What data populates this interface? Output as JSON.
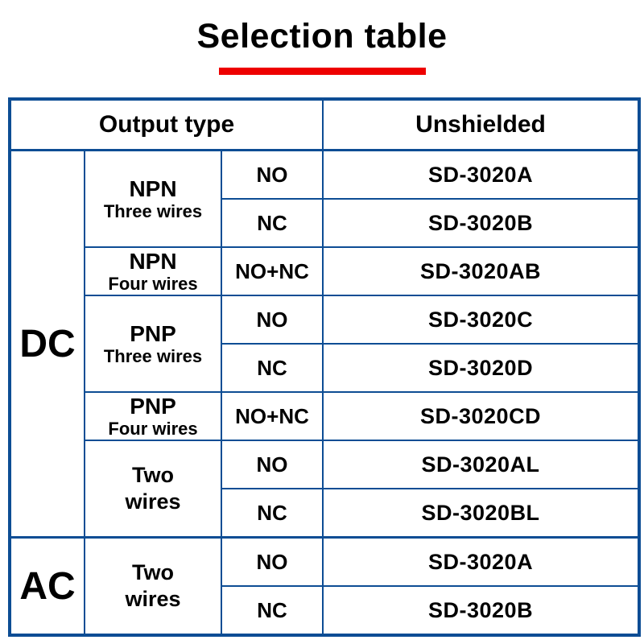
{
  "title": "Selection table",
  "colors": {
    "table_border": "#0d4d94",
    "title_underline": "#ee0000",
    "text": "#000000",
    "background": "#ffffff"
  },
  "table": {
    "header": {
      "output_type": "Output type",
      "unshielded": "Unshielded"
    },
    "groups": [
      {
        "power": "DC",
        "wirings": [
          {
            "type": "NPN",
            "sub": "Three wires",
            "rows": [
              {
                "contact": "NO",
                "model": "SD-3020A"
              },
              {
                "contact": "NC",
                "model": "SD-3020B"
              }
            ]
          },
          {
            "type": "NPN",
            "sub": "Four wires",
            "rows": [
              {
                "contact": "NO+NC",
                "model": "SD-3020AB"
              }
            ]
          },
          {
            "type": "PNP",
            "sub": "Three wires",
            "rows": [
              {
                "contact": "NO",
                "model": "SD-3020C"
              },
              {
                "contact": "NC",
                "model": "SD-3020D"
              }
            ]
          },
          {
            "type": "PNP",
            "sub": "Four wires",
            "rows": [
              {
                "contact": "NO+NC",
                "model": "SD-3020CD"
              }
            ]
          },
          {
            "type": "Two",
            "sub": "wires",
            "rows": [
              {
                "contact": "NO",
                "model": "SD-3020AL"
              },
              {
                "contact": "NC",
                "model": "SD-3020BL"
              }
            ]
          }
        ]
      },
      {
        "power": "AC",
        "wirings": [
          {
            "type": "Two",
            "sub": "wires",
            "rows": [
              {
                "contact": "NO",
                "model": "SD-3020A"
              },
              {
                "contact": "NC",
                "model": "SD-3020B"
              }
            ]
          }
        ]
      }
    ]
  }
}
